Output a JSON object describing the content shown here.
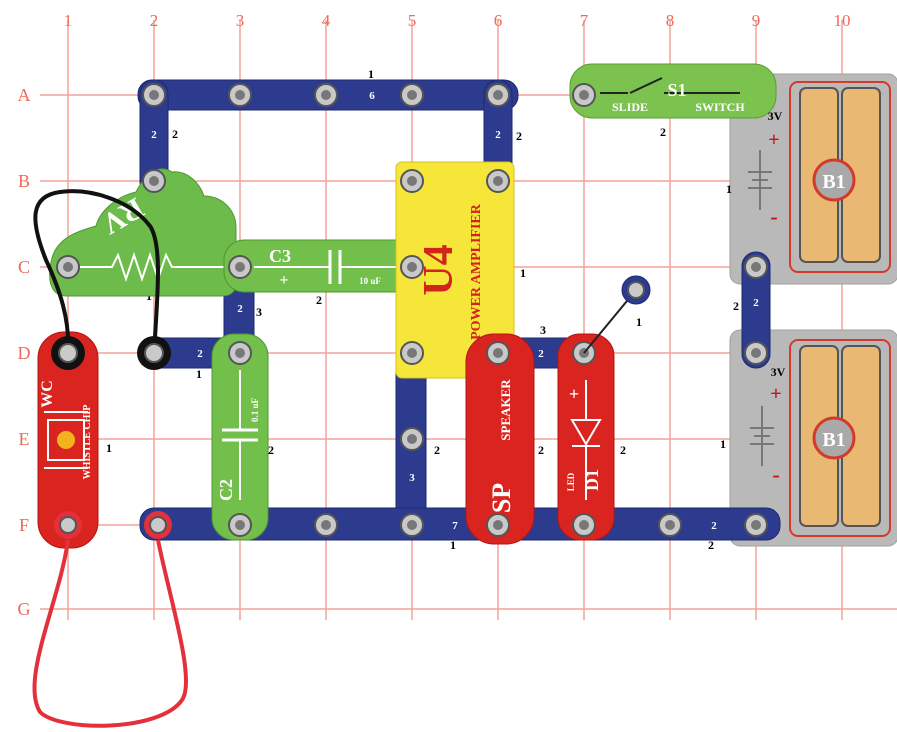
{
  "grid": {
    "columns": [
      "1",
      "2",
      "3",
      "4",
      "5",
      "6",
      "7",
      "8",
      "9",
      "10"
    ],
    "rows": [
      "A",
      "B",
      "C",
      "D",
      "E",
      "F",
      "G"
    ],
    "line_color": "#f08a80",
    "label_color": "#e8604e"
  },
  "parts": {
    "rv": {
      "label": "RV"
    },
    "c3": {
      "label": "C3",
      "value": "10 uF",
      "plus": "+"
    },
    "c2": {
      "label": "C2",
      "value": "0.1 uF"
    },
    "u4": {
      "label": "U4",
      "name": "POWER AMPLIFIER"
    },
    "s1": {
      "label": "S1",
      "left": "SLIDE",
      "right": "SWITCH"
    },
    "b1_top": {
      "label": "B1",
      "voltage": "3V",
      "plus": "+",
      "minus": "-"
    },
    "b1_bottom": {
      "label": "B1",
      "voltage": "3V",
      "plus": "+",
      "minus": "-"
    },
    "wc": {
      "label": "WC",
      "name": "WHISTLE CHIP"
    },
    "sp": {
      "label": "SP",
      "name": "SPEAKER"
    },
    "d1": {
      "label": "D1",
      "name": "LED",
      "plus": "+"
    }
  },
  "wires": {
    "w_a_top_1": "1",
    "w_a_top_6": "6",
    "w_a2_b2": "2",
    "w_a6_b6": "2",
    "w_s1_base": "2",
    "w_c3_base": "2",
    "w_c2_d3": "3",
    "w_c2_d3_base": "2",
    "w_d2_d3": "2",
    "w_d2_base": "1",
    "w_d1_base": "1",
    "w_u4_base": "1",
    "w_d6_d7": "2",
    "w_sp_top": "3",
    "w_e5_f5": "3",
    "w_e5_side": "2",
    "w_sp_side": "2",
    "w_d1_side": "2",
    "w_f_wire": "7",
    "w_f_wire_base": "1",
    "w_f8_f9": "2",
    "w_f8_base": "2",
    "w_c9_d9": "2",
    "w_c9_side": "2",
    "w_b1_top_side": "1",
    "w_b1_bot_side": "1",
    "w_c2_side": "2",
    "w_wc_side": "1",
    "w_jumper_point": "1"
  },
  "colors": {
    "wire_blue": "#2e3d8c",
    "green_part": "#6cbb4b",
    "red_part": "#d9231f",
    "yellow_part": "#f6e533",
    "battery_gray": "#b7b7b7",
    "battery_orange": "#f2c27f",
    "jumper_red": "#e3303a",
    "jumper_black": "#111111"
  }
}
